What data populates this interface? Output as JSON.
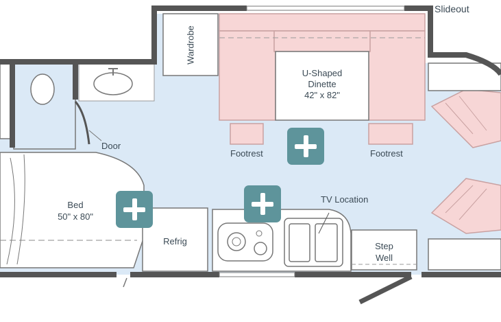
{
  "labels": {
    "slideout": "Slideout",
    "wardrobe": "Wardrobe",
    "dinette": "U-Shaped\nDinette\n42\" x 82\"",
    "door": "Door",
    "footrest_left": "Footrest",
    "footrest_right": "Footrest",
    "bed": "Bed\n50\" x 80\"",
    "tv_location": "TV Location",
    "refrig": "Refrig",
    "step_well": "Step\nWell"
  },
  "colors": {
    "floor": "#dbe9f6",
    "wall": "#555555",
    "seat_fill": "#f7d6d6",
    "seat_stroke": "#c9a1a1",
    "fixture_stroke": "#777777",
    "plus_button": "#5e949b"
  },
  "icons": [
    "plus-icon",
    "plus-icon",
    "plus-icon"
  ]
}
